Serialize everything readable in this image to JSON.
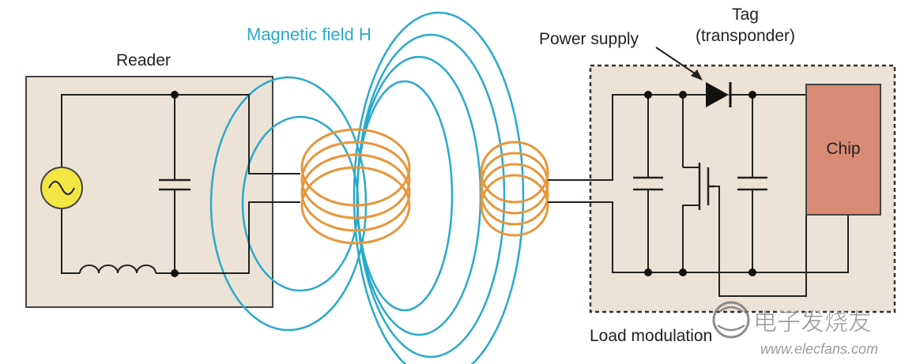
{
  "labels": {
    "magnetic_field": "Magnetic field H",
    "reader": "Reader",
    "power_supply": "Power supply",
    "tag_line1": "Tag",
    "tag_line2": "(transponder)",
    "chip": "Chip",
    "load_modulation": "Load modulation"
  },
  "watermark": {
    "brand": "电子发烧友",
    "url": "www.elecfans.com"
  },
  "colors": {
    "field": "#2aa9cc",
    "coil": "#e8963a",
    "panel": "#ece3d6",
    "chip": "#d98a75",
    "source": "#f2e642",
    "wire": "#222222"
  }
}
